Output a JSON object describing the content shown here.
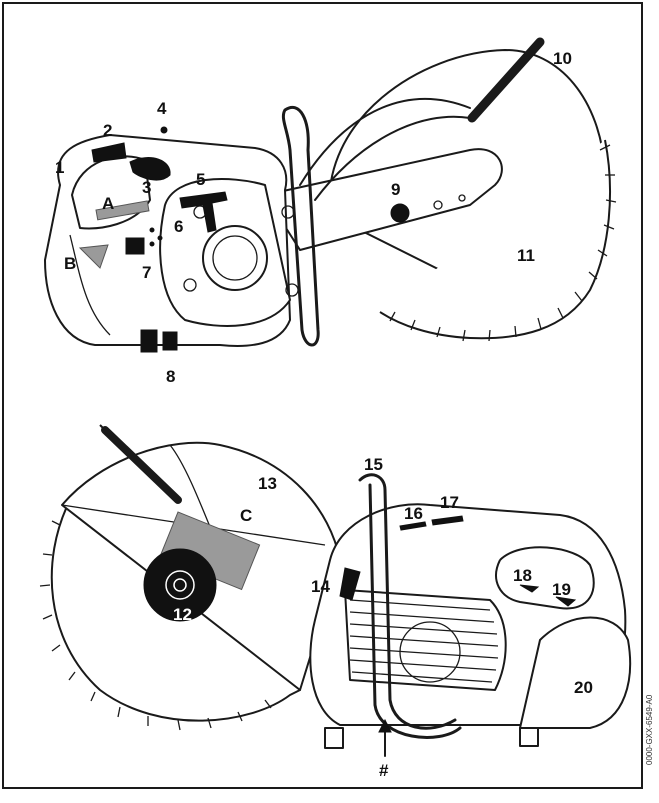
{
  "top_view": {
    "callouts": [
      "1",
      "2",
      "3",
      "4",
      "5",
      "6",
      "7",
      "8",
      "9",
      "10",
      "11"
    ],
    "letters": [
      "A",
      "B"
    ]
  },
  "bottom_view": {
    "callouts": [
      "12",
      "13",
      "14",
      "15",
      "16",
      "17",
      "18",
      "19",
      "20"
    ],
    "letters": [
      "C"
    ],
    "arrow_label": "#"
  },
  "image_code": "0000-GXX-6549-A0",
  "colors": {
    "line": "#1a1a1a",
    "label_gray": "#9a9a9a",
    "background": "#ffffff"
  }
}
